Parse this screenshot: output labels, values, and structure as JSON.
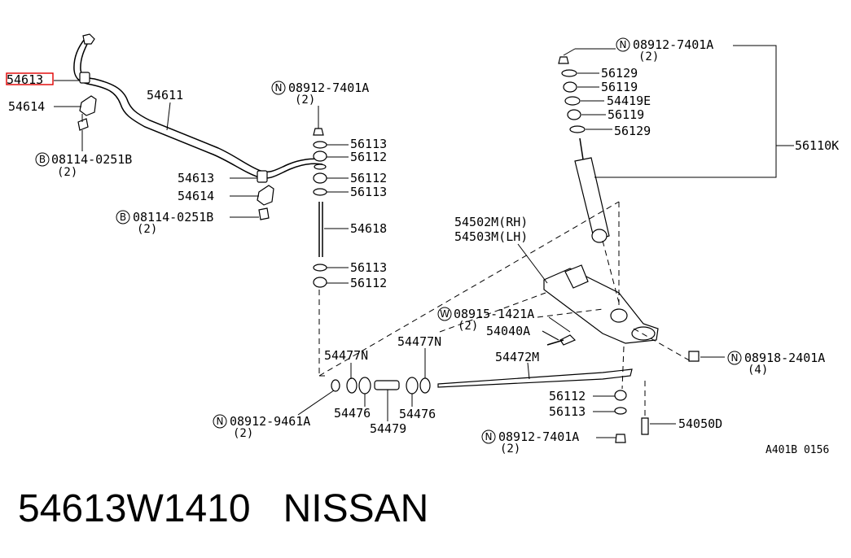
{
  "caption": {
    "part_number": "54613W1410",
    "brand": "NISSAN"
  },
  "highlight": {
    "part_label": "54613",
    "color": "#e00000"
  },
  "labels": {
    "rod_top_nut": "08912-7401A",
    "rod_top_nut_qty": "(2)",
    "rod_bushing_56113_a": "56113",
    "rod_bushing_56112_a": "56112",
    "rod_bushing_56112_b": "56112",
    "rod_bushing_56113_b": "56113",
    "rod_54618": "54618",
    "rod_bushing_56113_c": "56113",
    "rod_bushing_56112_c": "56112",
    "stab_bar": "54611",
    "bushing_left": "54613",
    "bracket_left": "54614",
    "bolt_left": "08114-0251B",
    "bolt_left_qty": "(2)",
    "bushing_right": "54613",
    "bracket_right": "54614",
    "bolt_right": "08114-0251B",
    "bolt_right_qty": "(2)",
    "shock_nut": "08912-7401A",
    "shock_nut_qty": "(2)",
    "shock_56129_a": "56129",
    "shock_56119_a": "56119",
    "shock_54419e": "54419E",
    "shock_56119_b": "56119",
    "shock_56129_b": "56129",
    "shock_assy": "56110K",
    "arm_rh": "54502M(RH)",
    "arm_lh": "54503M(LH)",
    "washer_bolt": "08915-1421A",
    "washer_bolt_qty": "(2)",
    "bolt_54040a": "54040A",
    "arm_nut": "08918-2401A",
    "arm_nut_qty": "(4)",
    "bushing_54477n_a": "54477N",
    "bushing_54477n_b": "54477N",
    "tension_rod": "54472M",
    "tr_nut": "08912-9461A",
    "tr_nut_qty": "(2)",
    "tr_54476_a": "54476",
    "tr_54479": "54479",
    "tr_54476_b": "54476",
    "tr_56112": "56112",
    "tr_56113": "56113",
    "tr_bottom_nut": "08912-7401A",
    "tr_bottom_nut_qty": "(2)",
    "bolt_54050d": "54050D",
    "diagram_ref": "A401B 0156"
  },
  "symbols": {
    "nut": "N",
    "bolt": "B",
    "washer": "W"
  }
}
